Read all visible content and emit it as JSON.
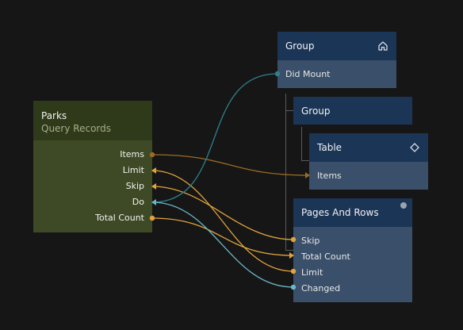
{
  "colors": {
    "wire_orange": "#e0a33d",
    "wire_teal": "#69b8c8",
    "wire_teal_dark": "#2f7f8c",
    "wire_items": "#9b6b23"
  },
  "parks": {
    "title": "Parks",
    "subtitle": "Query Records",
    "ports": [
      "Items",
      "Limit",
      "Skip",
      "Do",
      "Total Count"
    ]
  },
  "group1": {
    "title": "Group",
    "icon": "home-icon",
    "port": "Did Mount"
  },
  "group2": {
    "title": "Group"
  },
  "table": {
    "title": "Table",
    "icon": "diamond-icon",
    "port": "Items"
  },
  "pages": {
    "title": "Pages And Rows",
    "ports": [
      "Skip",
      "Total Count",
      "Limit",
      "Changed"
    ]
  }
}
